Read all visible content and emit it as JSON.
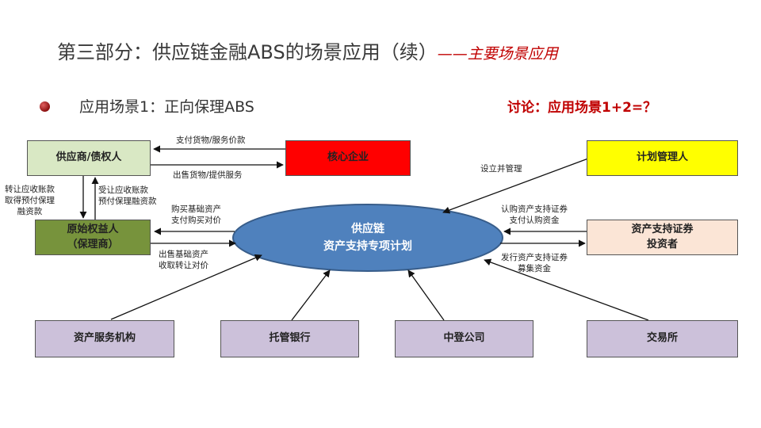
{
  "header": {
    "title": "第三部分：供应链金融ABS的场景应用（续）",
    "subtitle": "——主要场景应用"
  },
  "scenario": "应用场景1：正向保理ABS",
  "discussion": "讨论：应用场景1+2=？",
  "nodes": {
    "supplier": "供应商/债权人",
    "core": "核心企业",
    "original_line1": "原始权益人",
    "original_line2": "（保理商）",
    "manager": "计划管理人",
    "investor_line1": "资产支持证券",
    "investor_line2": "投资者",
    "center_line1": "供应链",
    "center_line2": "资产支持专项计划",
    "servicer": "资产服务机构",
    "custodian": "托管银行",
    "registry": "中登公司",
    "exchange": "交易所"
  },
  "labels": {
    "pay": "支付货物/服务价款",
    "sell": "出售货物/提供服务",
    "transfer": [
      "转让应收账款",
      "取得预付保理",
      "融资款"
    ],
    "receive": [
      "受让应收账款",
      "预付保理融资款"
    ],
    "buy": [
      "购买基础资产",
      "支付购买对价"
    ],
    "sellAssets": [
      "出售基础资产",
      "收取转让对价"
    ],
    "setup": "设立并管理",
    "subscribe": [
      "认购资产支持证券",
      "支付认购资金"
    ],
    "issue": [
      "发行资产支持证券",
      "募集资金"
    ]
  },
  "colors": {
    "title_accent": "#c00000",
    "supplier": "#d9e8c4",
    "core": "#ff0000",
    "original": "#77933c",
    "manager": "#ffff00",
    "investor": "#fbe5d6",
    "center": "#4f81bd",
    "bottom": "#ccc1da"
  }
}
